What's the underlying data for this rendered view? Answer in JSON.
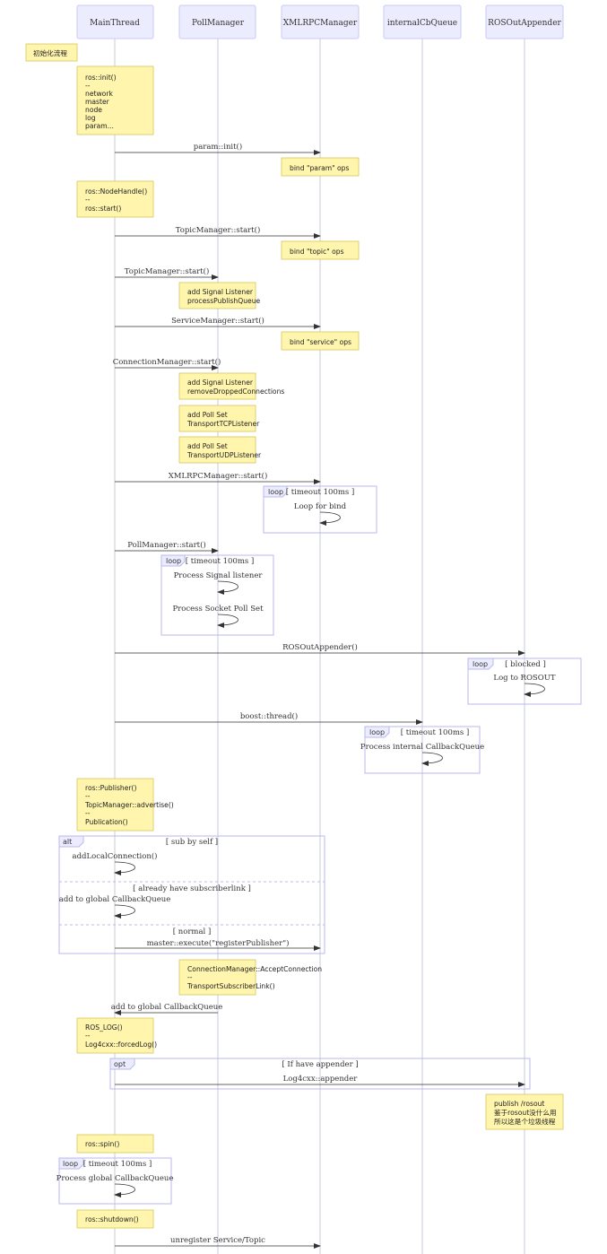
{
  "actors": [
    "MainThread",
    "PollManager",
    "XMLRPCManager",
    "internalCbQueue",
    "ROSOutAppender"
  ],
  "notes": {
    "init_flow": [
      "初始化流程"
    ],
    "ros_init": [
      "ros::init()",
      "--",
      "network",
      "master",
      "node",
      "log",
      "param..."
    ],
    "bind_param": [
      "bind \"param\" ops"
    ],
    "nodehandle": [
      "ros::NodeHandle()",
      "--",
      "ros::start()"
    ],
    "bind_topic": [
      "bind \"topic\" ops"
    ],
    "signal_publish": [
      "add Signal Listener",
      "processPublishQueue"
    ],
    "bind_service": [
      "bind \"service\" ops"
    ],
    "signal_remove": [
      "add Signal Listener",
      "removeDroppedConnections"
    ],
    "poll_tcp": [
      "add Poll Set",
      "TransportTCPListener"
    ],
    "poll_udp": [
      "add Poll Set",
      "TransportUDPListener"
    ],
    "publisher": [
      "ros::Publisher()",
      "--",
      "TopicManager::advertise()",
      "--",
      "Publication()"
    ],
    "accept_conn": [
      "ConnectionManager::AcceptConnection",
      "--",
      "TransportSubscriberLink()"
    ],
    "ros_log": [
      "ROS_LOG()",
      "--",
      "Log4cxx::forcedLog()"
    ],
    "publish_rosout": [
      "publish /rosout",
      "鉴于rosout没什么用",
      "所以这是个垃圾线程"
    ],
    "spin": [
      "ros::spin()"
    ],
    "shutdown": [
      "ros::shutdown()"
    ]
  },
  "messages": {
    "param_init": "param::init()",
    "topic_start_xml": "TopicManager::start()",
    "topic_start_poll": "TopicManager::start()",
    "service_start": "ServiceManager::start()",
    "conn_start": "ConnectionManager::start()",
    "xmlrpc_start": "XMLRPCManager::start()",
    "loop_for_bind": "Loop for bind",
    "poll_start": "PollManager::start()",
    "process_signal": "Process Signal listener",
    "process_socket": "Process Socket Poll Set",
    "rosout_appender": "ROSOutAppender()",
    "log_to_rosout": "Log to ROSOUT",
    "boost_thread": "boost::thread()",
    "process_internal": "Process internal CallbackQueue",
    "add_local": "addLocalConnection()",
    "add_global_1": "add to global CallbackQueue",
    "register_pub": "master::execute(\"registerPublisher\")",
    "add_global_2": "add to global CallbackQueue",
    "log4cxx_appender": "Log4cxx::appender",
    "process_global": "Process global CallbackQueue",
    "unregister": "unregister Service/Topic"
  },
  "frames": {
    "loop_bind": {
      "kind": "loop",
      "cond": "[ timeout 100ms ]"
    },
    "loop_poll": {
      "kind": "loop",
      "cond": "[ timeout 100ms ]"
    },
    "loop_rosout": {
      "kind": "loop",
      "cond": "[ blocked ]"
    },
    "loop_internal": {
      "kind": "loop",
      "cond": "[ timeout 100ms ]"
    },
    "alt_pub": {
      "kind": "alt",
      "conds": [
        "[ sub by self ]",
        "[ already have subscriberlink ]",
        "[ normal ]"
      ]
    },
    "opt_appender": {
      "kind": "opt",
      "cond": "[ If have appender ]"
    },
    "loop_spin": {
      "kind": "loop",
      "cond": "[ timeout 100ms ]"
    }
  },
  "colors": {
    "actor_fill": "#ececff",
    "note_fill": "#fff5ad",
    "frame_stroke": "#b9b9ee"
  }
}
